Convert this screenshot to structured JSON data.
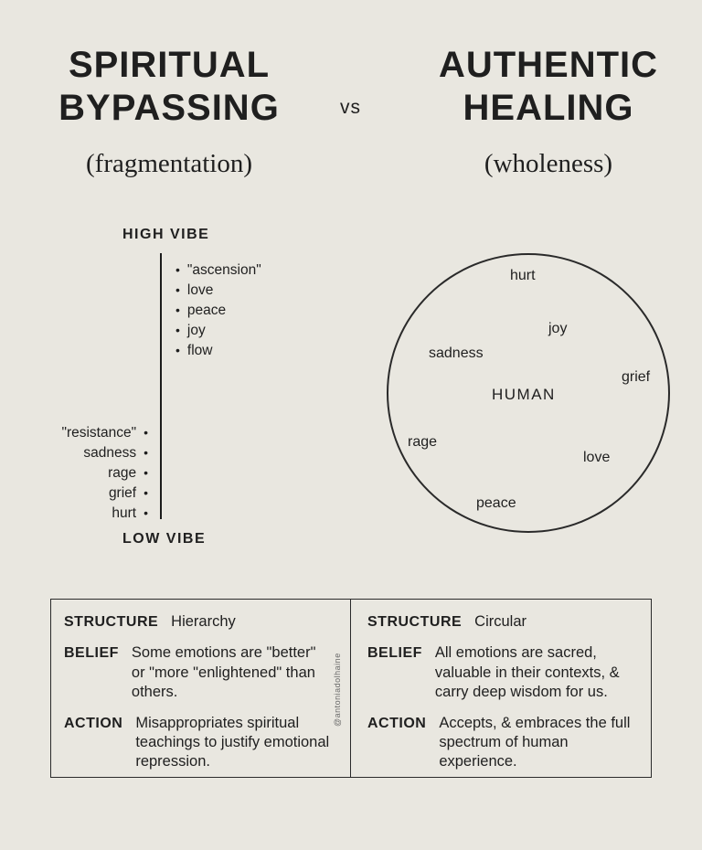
{
  "header": {
    "left_title": "SPIRITUAL BYPASSING",
    "left_subtitle": "(fragmentation)",
    "vs_label": "vs",
    "right_title": "AUTHENTIC HEALING",
    "right_subtitle": "(wholeness)"
  },
  "hierarchy": {
    "top_label": "HIGH VIBE",
    "bottom_label": "LOW VIBE",
    "bullet_glyph": "•",
    "high_items": [
      "\"ascension\"",
      "love",
      "peace",
      "joy",
      "flow"
    ],
    "low_items": [
      "\"resistance\"",
      "sadness",
      "rage",
      "grief",
      "hurt"
    ]
  },
  "circle": {
    "labels": {
      "hurt": "hurt",
      "joy": "joy",
      "sadness": "sadness",
      "grief": "grief",
      "center": "HUMAN",
      "rage": "rage",
      "love": "love",
      "peace": "peace"
    }
  },
  "table": {
    "left": {
      "structure_label": "STRUCTURE",
      "structure_value": "Hierarchy",
      "belief_label": "BELIEF",
      "belief_value": "Some emotions are \"better\" or \"more \"enlightened\" than others.",
      "action_label": "ACTION",
      "action_value": "Misappropriates spiritual teachings to justify emotional repression."
    },
    "right": {
      "structure_label": "STRUCTURE",
      "structure_value": "Circular",
      "belief_label": "BELIEF",
      "belief_value": "All emotions are sacred, valuable in their contexts, & carry deep wisdom for us.",
      "action_label": "ACTION",
      "action_value": "Accepts, & embraces the full spectrum of human experience."
    },
    "credit": "@antoniadolhaine"
  },
  "colors": {
    "background": "#e9e7e0",
    "text": "#1f1f1f",
    "line": "#2b2b2b"
  }
}
